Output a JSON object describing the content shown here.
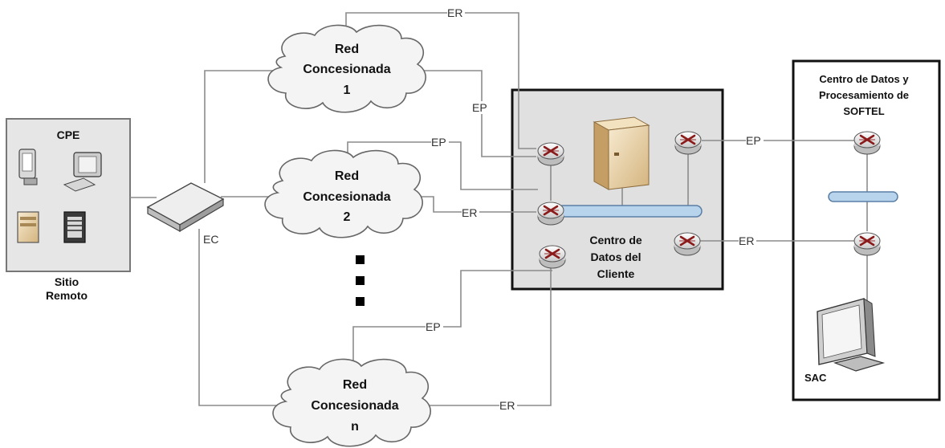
{
  "sites": {
    "remote_title": "CPE",
    "remote_caption_line1": "Sitio",
    "remote_caption_line2": "Remoto",
    "client_caption_line1": "Centro de",
    "client_caption_line2": "Datos del",
    "client_caption_line3": "Cliente",
    "softel_title_line1": "Centro de Datos y",
    "softel_title_line2": "Procesamiento de",
    "softel_title_line3": "SOFTEL",
    "sac_label": "SAC"
  },
  "clouds": [
    {
      "line1": "Red",
      "line2": "Concesionada",
      "line3": "1"
    },
    {
      "line1": "Red",
      "line2": "Concesionada",
      "line3": "2"
    },
    {
      "line1": "Red",
      "line2": "Concesionada",
      "line3": "n"
    }
  ],
  "link_labels": {
    "ec": "EC",
    "er_top": "ER",
    "ep_cloud1": "EP",
    "ep_cloud2": "EP",
    "er_cloud2": "ER",
    "ep_cloudn": "EP",
    "er_cloudn": "ER",
    "ep_softel": "EP",
    "er_softel": "ER"
  },
  "colors": {
    "router_accent": "#8b1a1a",
    "bus": "#b8d3ec",
    "server": "#e8d3a6"
  }
}
